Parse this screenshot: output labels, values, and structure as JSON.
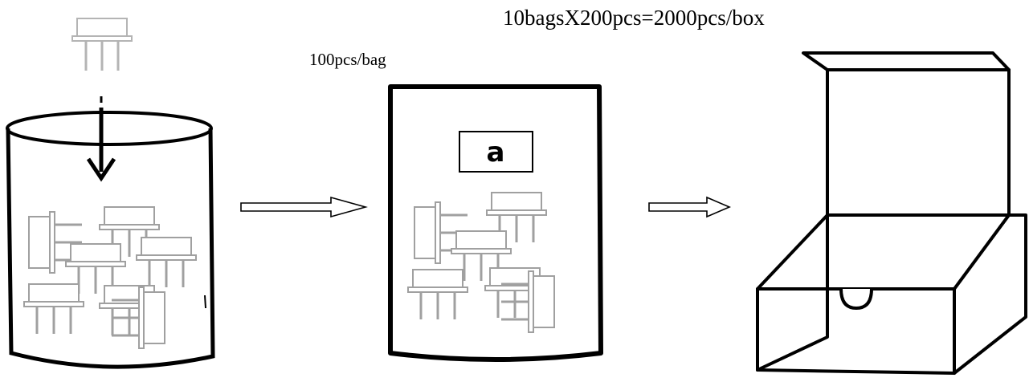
{
  "labels": {
    "per_bag": "100pcs/bag",
    "per_box": "10bagsX200pcs=2000pcs/box",
    "bag_tag": "a"
  },
  "colors": {
    "stroke": "#000000",
    "component": "#a0a0a0",
    "background": "#ffffff"
  },
  "icons": {
    "component": "transistor-component-icon",
    "flow_arrow": "outline-right-arrow-icon",
    "drop_arrow": "down-arrow-icon",
    "container": "cylinder-container",
    "bag": "bag",
    "box": "open-cardboard-box"
  }
}
